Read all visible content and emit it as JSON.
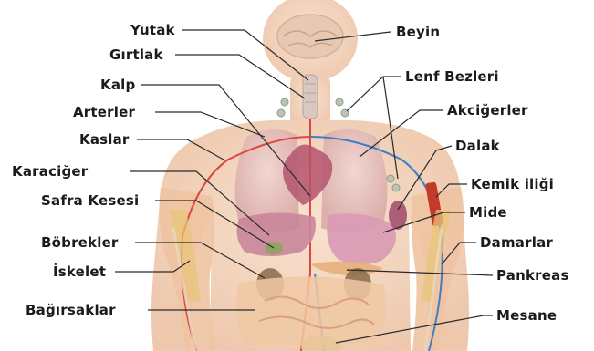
{
  "diagram": {
    "labels_left": [
      {
        "id": "yutak",
        "text": "Yutak"
      },
      {
        "id": "girtlak",
        "text": "Gırtlak"
      },
      {
        "id": "kalp",
        "text": "Kalp"
      },
      {
        "id": "arterler",
        "text": "Arterler"
      },
      {
        "id": "kaslar",
        "text": "Kaslar"
      },
      {
        "id": "karaciger",
        "text": "Karaciğer"
      },
      {
        "id": "safra",
        "text": "Safra Kesesi"
      },
      {
        "id": "bobrekler",
        "text": "Böbrekler"
      },
      {
        "id": "iskelet",
        "text": "İskelet"
      },
      {
        "id": "bagirsaklar",
        "text": "Bağırsaklar"
      }
    ],
    "labels_right": [
      {
        "id": "beyin",
        "text": "Beyin"
      },
      {
        "id": "lenf",
        "text": "Lenf Bezleri"
      },
      {
        "id": "akcigerler",
        "text": "Akciğerler"
      },
      {
        "id": "dalak",
        "text": "Dalak"
      },
      {
        "id": "kemik",
        "text": "Kemik iliği"
      },
      {
        "id": "mide",
        "text": "Mide"
      },
      {
        "id": "damarlar",
        "text": "Damarlar"
      },
      {
        "id": "pankreas",
        "text": "Pankreas"
      },
      {
        "id": "mesane",
        "text": "Mesane"
      }
    ]
  },
  "colors": {
    "leader_line": "#2a2a2a",
    "skin": "#f6d9c4",
    "skin_dark": "#ecc3a6",
    "liver": "#c9869a",
    "stomach": "#d99ab4",
    "lungs": "#e9c6c2",
    "heart": "#b4546d",
    "kidney": "#8a6a4a",
    "intestine": "#f0c8a4",
    "vein": "#3e7fbf",
    "artery": "#d9493f",
    "muscle": "#e8c47a",
    "marrow": "#c23a2a"
  }
}
